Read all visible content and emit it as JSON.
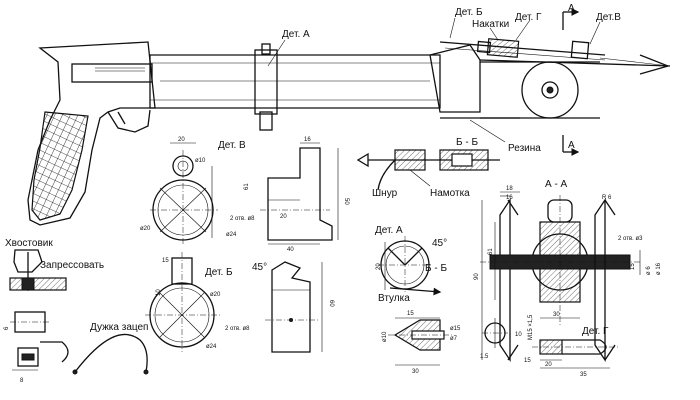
{
  "labels": {
    "det_b_top": "Дет. Б",
    "nakatki": "Накатки",
    "det_g_top": "Дет. Г",
    "a_top": "А",
    "det_v_top": "Дет.В",
    "det_a_top": "Дет. А",
    "rezina": "Резина",
    "a_bottom": "А",
    "det_v": "Дет. В",
    "bb_section": "Б - Б",
    "shnur": "Шнур",
    "namotka": "Намотка",
    "aa_section": "А - А",
    "khvostovik": "Хвостовик",
    "zapressovat": "Запрессовать",
    "det_b": "Дет. Б",
    "angle_45_b": "45°",
    "det_a": "Дет. А",
    "angle_45_a": "45°",
    "bb_small": "Б - Б",
    "vtulka": "Втулка",
    "duzhka": "Дужка зацеп",
    "det_g": "Дет. Г"
  },
  "dimensions": {
    "v_20": "20",
    "v_d10": "ø10",
    "v_16": "16",
    "v_61": "61",
    "v_50": "50",
    "v_2otv8": "2 отв. ø8",
    "v_20b": "20",
    "v_d20": "ø20",
    "v_d24": "ø24",
    "v_40": "40",
    "b_10": "10",
    "b_d20": "ø20",
    "b_2otv8": "2 отв. ø8",
    "b_d24": "ø24",
    "b_60": "60",
    "b_15": "15",
    "aa_18": "18",
    "aa_16": "16",
    "aa_r6": "R 6",
    "aa_2otv3": "2 отв. ø3",
    "aa_15": "15",
    "aa_61": "61",
    "aa_90": "90",
    "aa_30": "30",
    "aa_d6": "ø 6",
    "aa_d16": "ø 16",
    "a_20": "20",
    "vt_15": "15",
    "vt_d10": "ø10",
    "vt_d15": "ø15",
    "vt_d7": "ø7",
    "vt_30": "30",
    "vt_10": "10",
    "vt_15b": "1.5",
    "g_m15": "M15 ×1,5",
    "g_20": "20",
    "g_35": "35",
    "g_15": "15",
    "kh_6": "6",
    "kh_8": "8"
  }
}
